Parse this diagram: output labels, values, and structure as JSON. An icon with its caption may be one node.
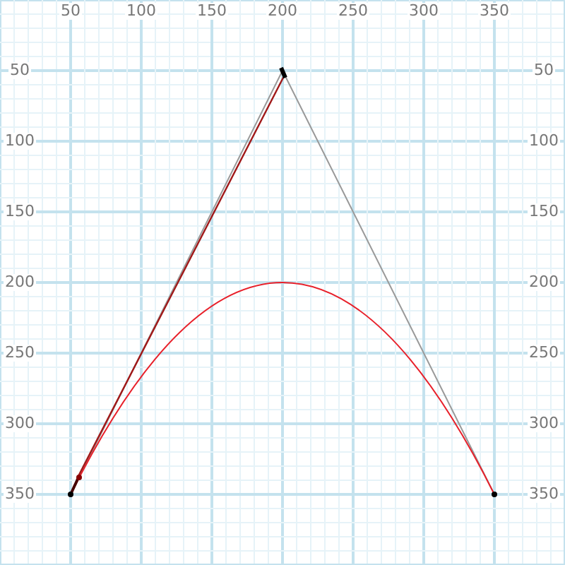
{
  "diagram": {
    "labels": [
      "50",
      "100",
      "150",
      "200",
      "250",
      "300",
      "350",
      "50",
      "50",
      "100",
      "100",
      "150",
      "150",
      "200",
      "200",
      "250",
      "250",
      "300",
      "300",
      "350",
      "350"
    ]
  }
}
